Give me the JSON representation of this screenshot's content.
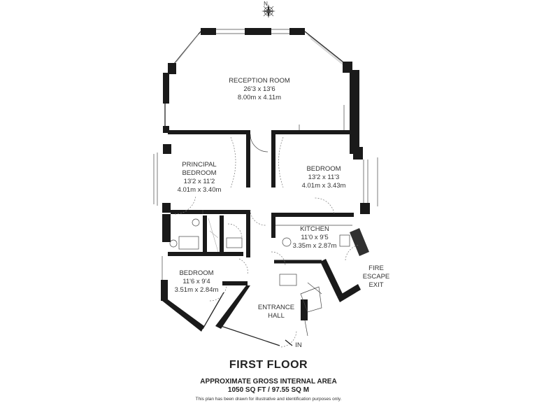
{
  "compass": {
    "label": "N"
  },
  "rooms": {
    "reception": {
      "name": "RECEPTION ROOM",
      "imperial": "26'3 x 13'6",
      "metric": "8.00m x 4.11m"
    },
    "principal": {
      "name1": "PRINCIPAL",
      "name2": "BEDROOM",
      "imperial": "13'2 x 11'2",
      "metric": "4.01m x 3.40m"
    },
    "bedroom_right": {
      "name": "BEDROOM",
      "imperial": "13'2 x 11'3",
      "metric": "4.01m x 3.43m"
    },
    "kitchen": {
      "name": "KITCHEN",
      "imperial": "11'0 x 9'5",
      "metric": "3.35m x 2.87m"
    },
    "bedroom_left": {
      "name": "BEDROOM",
      "imperial": "11'6 x 9'4",
      "metric": "3.51m x 2.84m"
    },
    "entrance": {
      "name1": "ENTRANCE",
      "name2": "HALL"
    },
    "fire_escape": {
      "line1": "FIRE",
      "line2": "ESCAPE",
      "line3": "EXIT"
    },
    "entry": {
      "label": "IN"
    }
  },
  "footer": {
    "floor_title": "FIRST FLOOR",
    "area_label": "APPROXIMATE GROSS INTERNAL AREA",
    "area_value": "1050 SQ FT / 97.55 SQ M",
    "disclaimer": "This plan has been drawn for illustrative and identification purposes only."
  }
}
